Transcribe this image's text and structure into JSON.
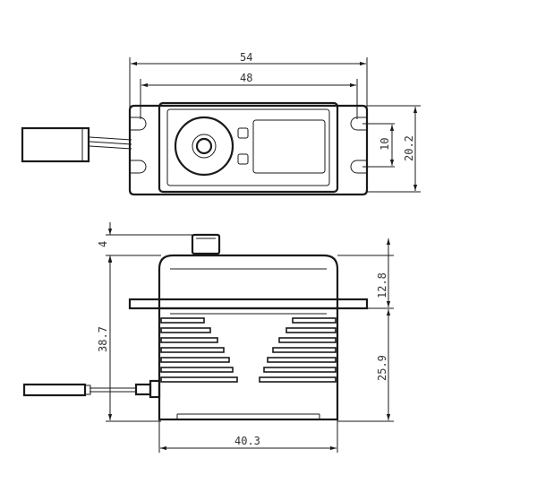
{
  "top_view": {
    "dimensions": {
      "overall_length": "54",
      "hole_spacing": "48",
      "hole_pitch": "10",
      "width": "20.2"
    }
  },
  "side_view": {
    "dimensions": {
      "output_height": "4",
      "upper_case_height": "12.8",
      "total_height": "38.7",
      "lower_case_height": "25.9",
      "body_length": "40.3"
    }
  },
  "colors": {
    "line": "#1a1a1a",
    "text": "#333333",
    "background": "#ffffff"
  }
}
